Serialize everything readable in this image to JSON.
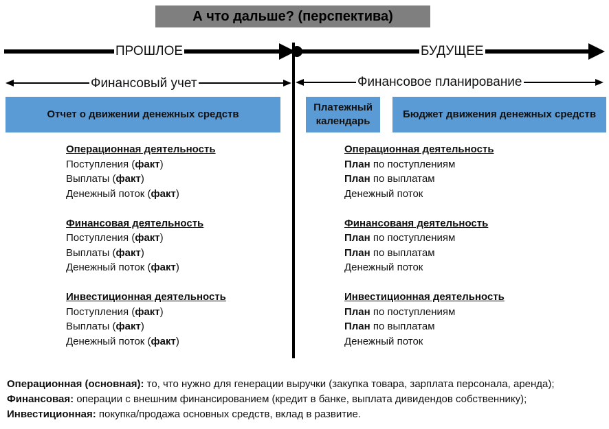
{
  "title": "А что дальше? (перспектива)",
  "timeline": {
    "past": "ПРОШЛОЕ",
    "future": "БУДУЩЕЕ"
  },
  "ranges": {
    "left": "Финансовый учет",
    "right": "Финансовое планирование"
  },
  "boxes": {
    "left": "Отчет о движении денежных средств",
    "middle_line1": "Платежный",
    "middle_line2": "календарь",
    "right": "Бюджет движения денежных средств"
  },
  "left_sections": [
    {
      "heading": "Операционная деятельность",
      "lines": [
        {
          "pre": "Поступления (",
          "bold": "факт",
          "post": ")"
        },
        {
          "pre": "Выплаты (",
          "bold": "факт",
          "post": ")"
        },
        {
          "pre": "Денежный поток (",
          "bold": "факт",
          "post": ")"
        }
      ]
    },
    {
      "heading": "Финансовая деятельность",
      "lines": [
        {
          "pre": "Поступления (",
          "bold": "факт",
          "post": ")"
        },
        {
          "pre": "Выплаты (",
          "bold": "факт",
          "post": ")"
        },
        {
          "pre": "Денежный поток (",
          "bold": "факт",
          "post": ")"
        }
      ]
    },
    {
      "heading": "Инвестиционная деятельность",
      "lines": [
        {
          "pre": "Поступления (",
          "bold": "факт",
          "post": ")"
        },
        {
          "pre": "Выплаты (",
          "bold": "факт",
          "post": ")"
        },
        {
          "pre": "Денежный поток (",
          "bold": "факт",
          "post": ")"
        }
      ]
    }
  ],
  "right_sections": [
    {
      "heading": "Операционная деятельность",
      "lines": [
        {
          "pre": "",
          "bold": "План",
          "post": " по поступлениям"
        },
        {
          "pre": "",
          "bold": "План",
          "post": " по выплатам"
        },
        {
          "pre": "Денежный поток",
          "bold": "",
          "post": ""
        }
      ]
    },
    {
      "heading": "Финансованя деятельность",
      "lines": [
        {
          "pre": "",
          "bold": "План",
          "post": " по поступлениям"
        },
        {
          "pre": "",
          "bold": "План",
          "post": " по выплатам"
        },
        {
          "pre": "Денежный поток",
          "bold": "",
          "post": ""
        }
      ]
    },
    {
      "heading": "Инвестиционная деятельность",
      "lines": [
        {
          "pre": "",
          "bold": "План",
          "post": " по поступлениям"
        },
        {
          "pre": "",
          "bold": "План",
          "post": " по выплатам"
        },
        {
          "pre": "Денежный поток",
          "bold": "",
          "post": ""
        }
      ]
    }
  ],
  "footnotes": [
    {
      "term": "Операционная (основная):",
      "text": " то, что нужно для генерации выручки (закупка товара, зарплата персонала, аренда);"
    },
    {
      "term": "Финансовая:",
      "text": " операции с внешним финансированием (кредит в банке, выплата дивидендов собственнику);"
    },
    {
      "term": "Инвестиционная:",
      "text": " покупка/продажа основных средств, вклад в развитие."
    }
  ],
  "colors": {
    "title_bg": "#7f7f7f",
    "box_bg": "#5b9bd5",
    "line": "#000000"
  }
}
